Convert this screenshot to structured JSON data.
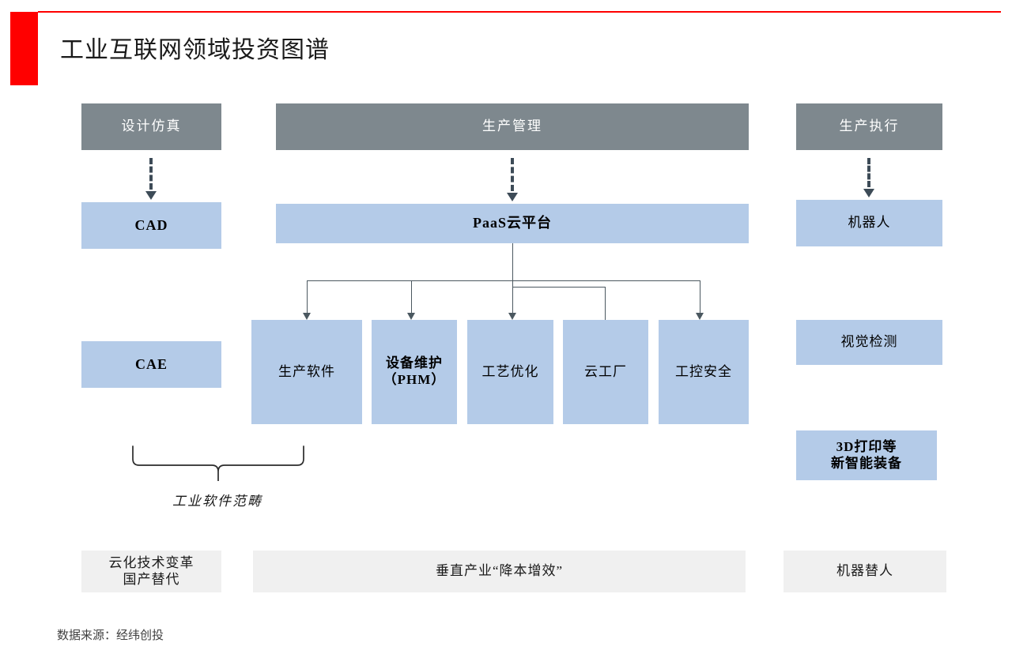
{
  "header": {
    "title": "工业互联网领域投资图谱",
    "accent_color": "#ff0000"
  },
  "colors": {
    "gray_box": "#7e888e",
    "blue_box": "#b4cbe8",
    "light_box": "#f0f0f0",
    "connector": "#4b5860",
    "dashed_connector": "#3d4b57"
  },
  "category_headers": [
    {
      "label": "设计仿真"
    },
    {
      "label": "生产管理"
    },
    {
      "label": "生产执行"
    }
  ],
  "left_column": [
    {
      "label": "CAD"
    },
    {
      "label": "CAE"
    }
  ],
  "platform": {
    "label": "PaaS云平台"
  },
  "platform_children": [
    {
      "label": "生产软件"
    },
    {
      "label": "设备维护\n（PHM）"
    },
    {
      "label": "工艺优化"
    },
    {
      "label": "云工厂"
    },
    {
      "label": "工控安全"
    }
  ],
  "right_column": [
    {
      "label": "机器人"
    },
    {
      "label": "视觉检测"
    },
    {
      "label": "3D打印等\n新智能装备"
    }
  ],
  "brace": {
    "label": "工业软件范畴"
  },
  "summary_row": [
    {
      "label": "云化技术变革\n国产替代"
    },
    {
      "label": "垂直产业“降本增效”"
    },
    {
      "label": "机器替人"
    }
  ],
  "footer": {
    "source": "数据来源：经纬创投"
  }
}
